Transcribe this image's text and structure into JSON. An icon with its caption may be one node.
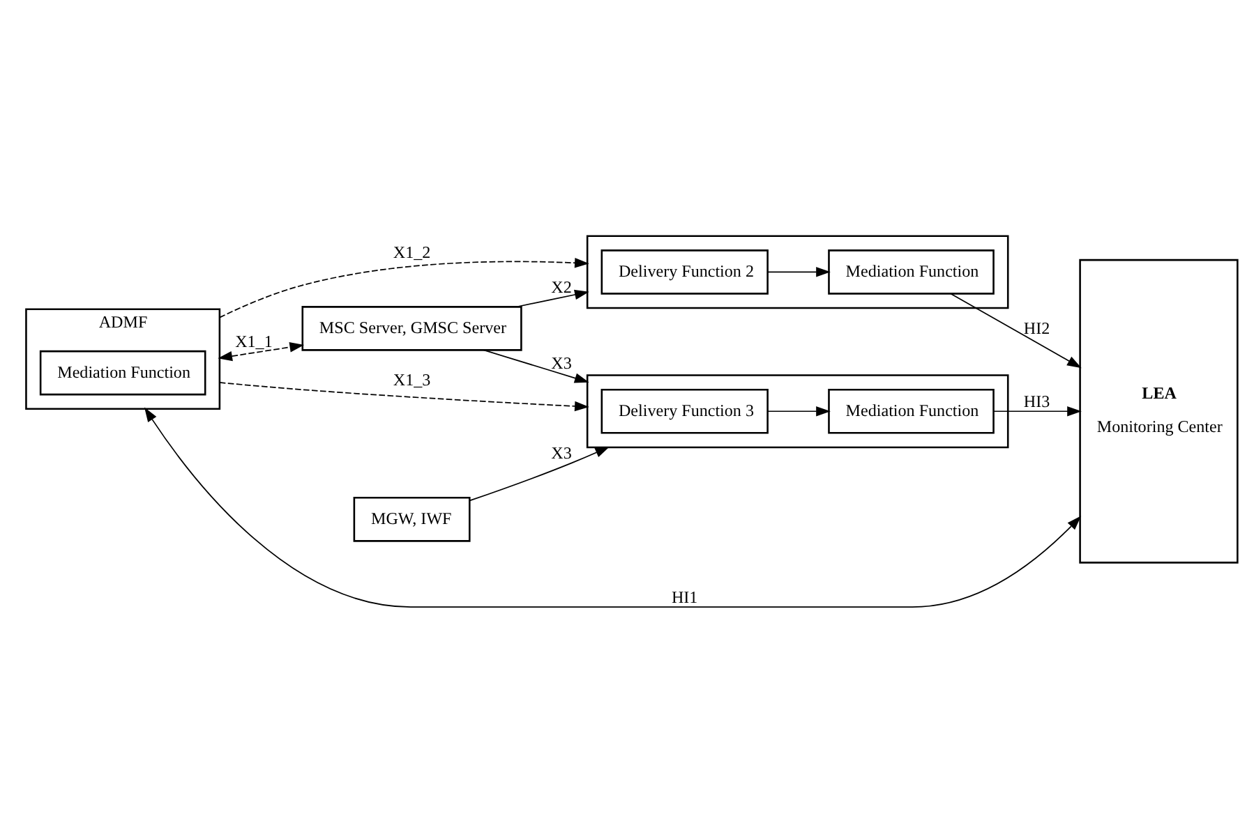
{
  "diagram": {
    "nodes": [
      {
        "text": [
          "ADMF"
        ]
      },
      {
        "text": [
          "Mediation Function"
        ],
        "in": 0
      },
      {
        "text": [
          "MSC Server, GMSC Server"
        ]
      },
      {
        "text": [],
        "shape": "box"
      },
      {
        "text": [
          "Delivery Function 2"
        ],
        "in": 3
      },
      {
        "text": [
          "Mediation Function"
        ],
        "in": 3
      },
      {
        "text": [
          "LEA",
          "Monitoring Center"
        ]
      },
      {
        "text": [
          "MGW, IWF"
        ]
      },
      {
        "text": [],
        "shape": "box"
      },
      {
        "text": [
          "Delivery Function 3"
        ],
        "in": 8
      },
      {
        "text": [
          "Mediation Function"
        ],
        "in": 8
      }
    ],
    "edges": [
      {
        "from": 0,
        "to": 2,
        "arrow": "both",
        "label": "X1_1",
        "style": "dashed"
      },
      {
        "from": 0,
        "to": 8,
        "arrow": "to",
        "label": "X1_3",
        "style": "dashed"
      },
      {
        "from": 0,
        "to": 3,
        "arrow": "to",
        "label": "X1_2",
        "style": "dashed"
      },
      {
        "from": 0,
        "to": 6,
        "arrow": "both",
        "label": "HI1"
      },
      {
        "from": 2,
        "to": 3,
        "arrow": "to",
        "label": "X2"
      },
      {
        "from": 4,
        "to": 5,
        "arrow": "to"
      },
      {
        "from": 5,
        "to": 6,
        "arrow": "to",
        "label": "HI2"
      },
      {
        "from": 2,
        "to": 8,
        "arrow": "to",
        "label": "X3"
      },
      {
        "from": 7,
        "to": 8,
        "arrow": "to",
        "label": "X3"
      },
      {
        "from": 9,
        "to": 10,
        "arrow": "to"
      },
      {
        "from": 10,
        "to": 6,
        "arrow": "to",
        "label": "HI3"
      }
    ]
  }
}
